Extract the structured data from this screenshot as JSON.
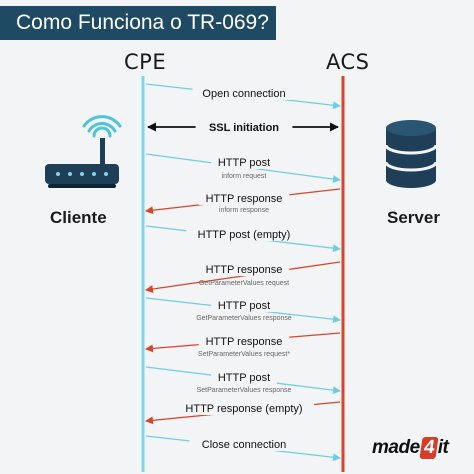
{
  "header": {
    "title": "Como Funciona o TR-069?"
  },
  "lifelines": {
    "left": "CPE",
    "right": "ACS"
  },
  "sides": {
    "left": "Cliente",
    "right": "Server"
  },
  "brand": {
    "prefix": "made",
    "mark": "4",
    "suffix": "it"
  },
  "colors": {
    "cpe_line": "#7fd6e6",
    "acs_line": "#d9452b",
    "title_bg": "#1f4a63",
    "arrow_to_acs": "#6fcde0",
    "arrow_to_cpe": "#d9452b",
    "arrow_both": "#111111"
  },
  "messages": [
    {
      "label": "Open connection",
      "sub": "",
      "dir": "to_acs"
    },
    {
      "label": "SSL initiation",
      "sub": "",
      "dir": "both"
    },
    {
      "label": "HTTP post",
      "sub": "inform request",
      "dir": "to_acs"
    },
    {
      "label": "HTTP response",
      "sub": "inform response",
      "dir": "to_cpe"
    },
    {
      "label": "HTTP post (empty)",
      "sub": "",
      "dir": "to_acs"
    },
    {
      "label": "HTTP response",
      "sub": "GetParameterValues request",
      "dir": "to_cpe"
    },
    {
      "label": "HTTP post",
      "sub": "GetParameterValues response",
      "dir": "to_acs"
    },
    {
      "label": "HTTP response",
      "sub": "SetParameterValues request*",
      "dir": "to_cpe"
    },
    {
      "label": "HTTP post",
      "sub": "SetParameterValues response",
      "dir": "to_acs"
    },
    {
      "label": "HTTP response (empty)",
      "sub": "",
      "dir": "to_cpe"
    },
    {
      "label": "Close connection",
      "sub": "",
      "dir": "to_acs"
    }
  ]
}
